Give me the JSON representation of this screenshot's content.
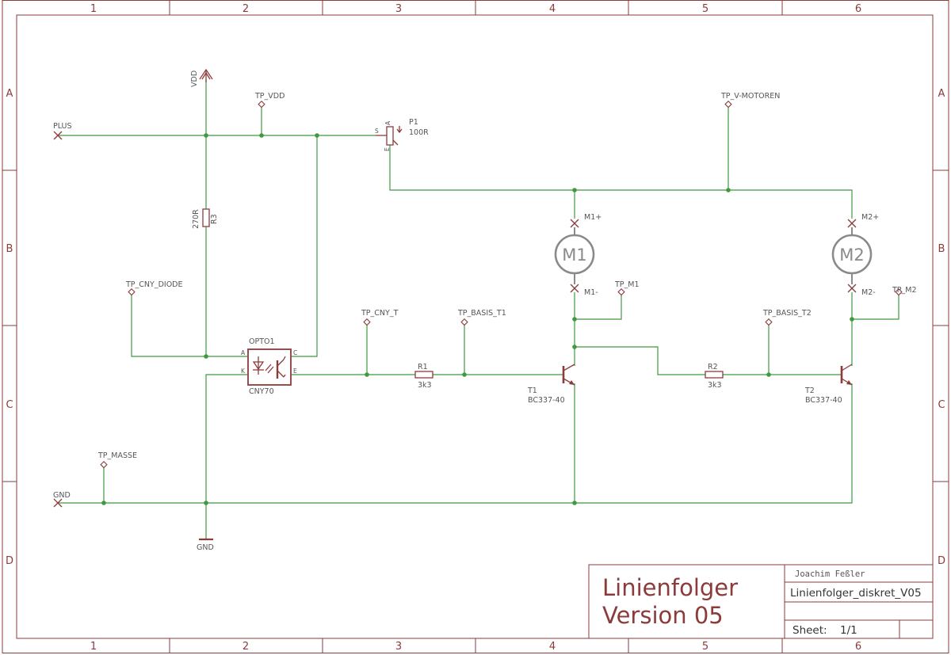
{
  "frame": {
    "columns": [
      "1",
      "2",
      "3",
      "4",
      "5",
      "6"
    ],
    "rows": [
      "A",
      "B",
      "C",
      "D"
    ]
  },
  "title_block": {
    "title_line1": "Linienfolger",
    "title_line2": "Version 05",
    "author": "Joachim Feßler",
    "filename": "Linienfolger_diskret_V05",
    "sheet_label": "Sheet:",
    "sheet_value": "1/1"
  },
  "labels": {
    "vdd": "VDD",
    "plus": "PLUS",
    "gnd_left": "GND",
    "gnd_symbol": "GND",
    "tp_vdd": "TP_VDD",
    "tp_cny_diode": "TP_CNY_DIODE",
    "tp_cny_t": "TP_CNY_T",
    "tp_basis_t1": "TP_BASIS_T1",
    "tp_masse": "TP_MASSE",
    "tp_v_motoren": "TP_V-MOTOREN",
    "tp_m1": "TP_M1",
    "tp_basis_t2": "TP_BASIS_T2",
    "tp_m2": "TP_M2",
    "m1_plus": "M1+",
    "m1_minus": "M1-",
    "m2_plus": "M2+",
    "m2_minus": "M2-",
    "m1": "M1",
    "m2": "M2"
  },
  "parts": {
    "r3_name": "R3",
    "r3_value": "270R",
    "p1_name": "P1",
    "p1_value": "100R",
    "p1_pin_s": "S",
    "p1_pin_a": "A",
    "p1_pin_e": "E",
    "opto_name": "OPTO1",
    "opto_value": "CNY70",
    "opto_pin_a": "A",
    "opto_pin_k": "K",
    "opto_pin_c": "C",
    "opto_pin_e": "E",
    "r1_name": "R1",
    "r1_value": "3k3",
    "r2_name": "R2",
    "r2_value": "3k3",
    "t1_name": "T1",
    "t1_value": "BC337-40",
    "t2_name": "T2",
    "t2_value": "BC337-40"
  }
}
